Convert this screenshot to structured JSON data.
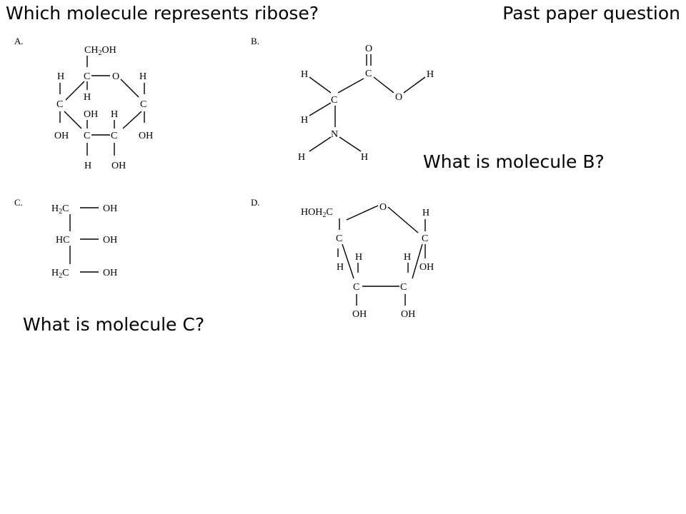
{
  "page": {
    "title": "Which molecule represents ribose?",
    "tag": "Past paper question"
  },
  "questions": {
    "molecule_b": "What is molecule B?",
    "molecule_c": "What is molecule C?"
  },
  "options": {
    "a": "A.",
    "b": "B.",
    "c": "C.",
    "d": "D."
  },
  "molecules": {
    "a": {
      "ch2oh_main": "CH",
      "ch2oh_sub": "2",
      "ch2oh_end": "OH",
      "h_top_left": "H",
      "c_top": "C",
      "o_ring": "O",
      "h_top_right": "H",
      "c_left": "C",
      "h_mid": "H",
      "c_right": "C",
      "oh_left": "OH",
      "oh_inner": "OH",
      "h_inner": "H",
      "oh_right": "OH",
      "c_bottom_left": "C",
      "c_bottom_right": "C",
      "h_bottom": "H",
      "oh_bottom": "OH"
    },
    "b": {
      "o_top": "O",
      "c_carbonyl": "C",
      "h_left": "H",
      "o_hydroxyl": "O",
      "h_right": "H",
      "c_alpha": "C",
      "h_alpha": "H",
      "n": "N",
      "h_n_left": "H",
      "h_n_right": "H"
    },
    "c": {
      "h2c_top_main": "H",
      "h2c_top_sub": "2",
      "h2c_top_end": "C",
      "oh_top": "OH",
      "hc_mid": "HC",
      "oh_mid": "OH",
      "h2c_bottom_main": "H",
      "h2c_bottom_sub": "2",
      "h2c_bottom_end": "C",
      "oh_bottom": "OH"
    },
    "d": {
      "hoh2c_main": "HOH",
      "hoh2c_sub": "2",
      "hoh2c_end": "C",
      "o_ring": "O",
      "h_top_right": "H",
      "c_left": "C",
      "c_right": "C",
      "h_left_outer": "H",
      "h_left_inner": "H",
      "h_right_inner": "H",
      "oh_right": "OH",
      "c_bottom_left": "C",
      "c_bottom_right": "C",
      "oh_bottom_left": "OH",
      "oh_bottom_right": "OH"
    }
  }
}
